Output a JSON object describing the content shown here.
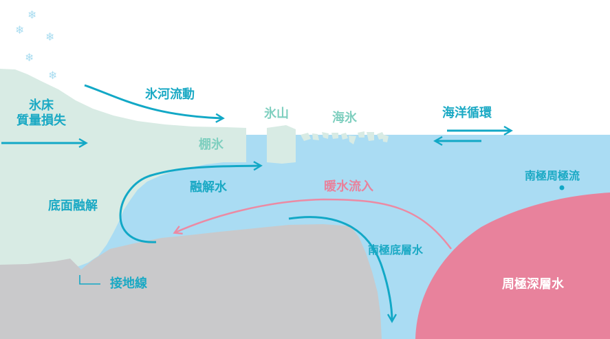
{
  "labels": {
    "ice_sheet_mass_loss_line1": "氷床",
    "ice_sheet_mass_loss_line2": "質量損失",
    "glacier_flow": "氷河流動",
    "iceberg": "氷山",
    "sea_ice": "海氷",
    "ice_shelf": "棚氷",
    "ocean_circulation": "海洋循環",
    "circumpolar_current": "南極周極流",
    "meltwater": "融解水",
    "warm_water_inflow": "暖水流入",
    "basal_melt": "底面融解",
    "antarctic_bottom_water": "南極底層水",
    "grounding_line": "接地線",
    "circumpolar_deep_water": "周極深層水"
  },
  "colors": {
    "ocean": "#aadcf3",
    "ice": "#d8ebe4",
    "bedrock": "#c9c9cb",
    "deep_water": "#e8829c",
    "arrow_teal": "#12a8c6",
    "arrow_pink": "#ec8aa3",
    "snowflake": "#a8dcf0"
  },
  "icons": {
    "snowflake": "❄"
  }
}
